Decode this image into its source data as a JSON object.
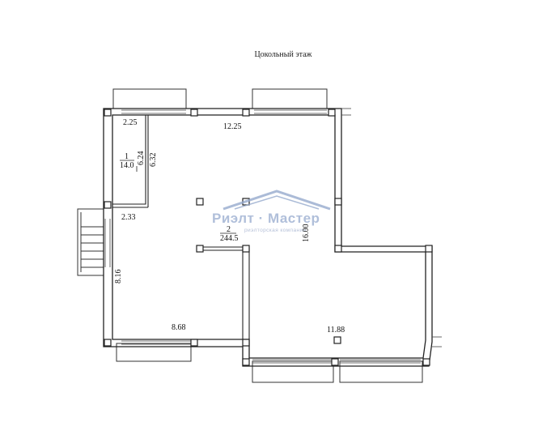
{
  "title": "Цокольный этаж",
  "watermark": {
    "brand": "Риэлт · Мастер",
    "tagline": "риэлторская компания",
    "icon": "house-roof-icon",
    "color": "#96aacd"
  },
  "rooms": [
    {
      "number": "1",
      "area": "14.0",
      "width": "2.25",
      "height_inner": "6.24",
      "height_outer": "6.32",
      "bottom_width": "2.33"
    },
    {
      "number": "2",
      "area": "244.5"
    }
  ],
  "dimensions": {
    "top_wall": "12.25",
    "right_wall": "16.00",
    "left_wall": "8.16",
    "bottom_left": "8.68",
    "bottom_right": "11.88"
  },
  "colors": {
    "wall": "#222222",
    "line": "#444444"
  }
}
